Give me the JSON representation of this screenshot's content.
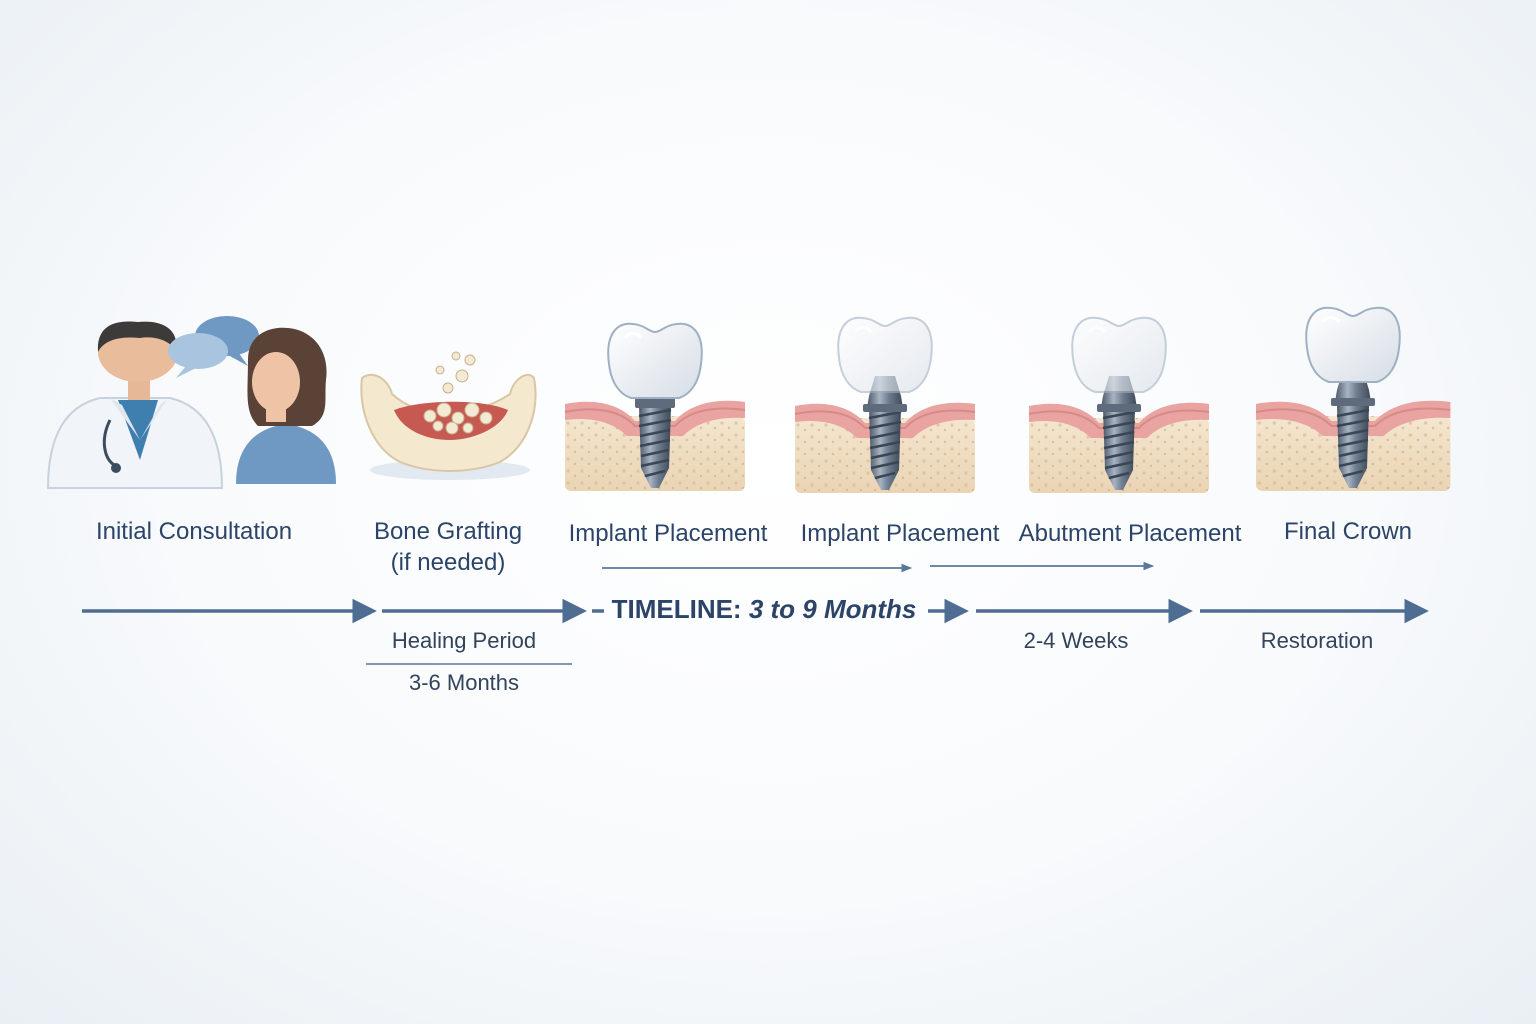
{
  "steps": [
    {
      "label": "Initial Consultation"
    },
    {
      "label": "Bone Grafting",
      "note": "(if needed)"
    },
    {
      "label": "Implant Placement"
    },
    {
      "label": "Implant Placement"
    },
    {
      "label": "Abutment Placement"
    },
    {
      "label": "Final Crown"
    }
  ],
  "timeline": {
    "prefix": "TIMELINE:",
    "duration": "3 to 9 Months"
  },
  "phases": {
    "healing_period": "Healing Period",
    "healing_duration": "3-6 Months",
    "abutment_duration": "2-4 Weeks",
    "restoration": "Restoration"
  },
  "icons": [
    "doctor-patient-icon",
    "speech-bubble-icon",
    "jawbone-graft-icon",
    "implant-crown-icon",
    "implant-abutment-icon",
    "implant-abutment-icon",
    "final-crown-icon"
  ],
  "colors": {
    "text": "#2c4468",
    "arrow": "#4f6d93",
    "gum": "#e9a3a0",
    "bone": "#f1dfc3",
    "implant": "#6f7e90"
  }
}
